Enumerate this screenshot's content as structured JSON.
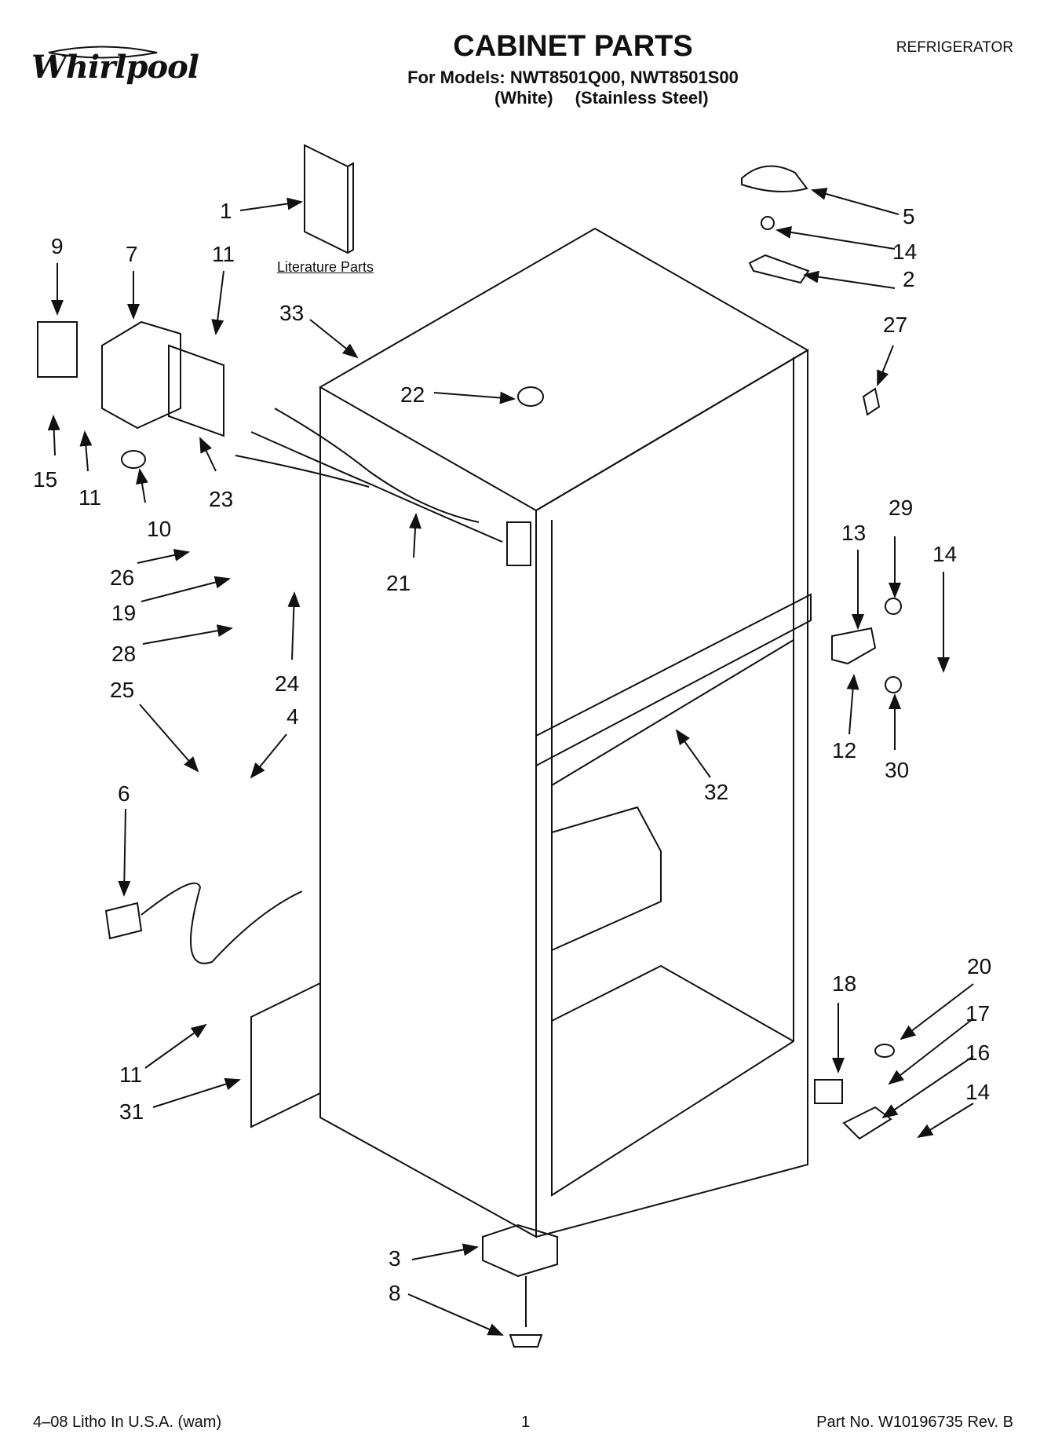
{
  "header": {
    "brand": "Whirlpool",
    "title": "CABINET PARTS",
    "models_line": "For Models: NWT8501Q00, NWT8501S00",
    "variants": [
      "(White)",
      "(Stainless Steel)"
    ],
    "appliance": "REFRIGERATOR"
  },
  "literature_label": "Literature Parts",
  "callouts": [
    {
      "id": "1",
      "label": "1"
    },
    {
      "id": "2",
      "label": "2"
    },
    {
      "id": "3",
      "label": "3"
    },
    {
      "id": "4",
      "label": "4"
    },
    {
      "id": "5",
      "label": "5"
    },
    {
      "id": "6",
      "label": "6"
    },
    {
      "id": "7",
      "label": "7"
    },
    {
      "id": "8",
      "label": "8"
    },
    {
      "id": "9",
      "label": "9"
    },
    {
      "id": "10",
      "label": "10"
    },
    {
      "id": "11a",
      "label": "11"
    },
    {
      "id": "11b",
      "label": "11"
    },
    {
      "id": "11c",
      "label": "11"
    },
    {
      "id": "12",
      "label": "12"
    },
    {
      "id": "13",
      "label": "13"
    },
    {
      "id": "14a",
      "label": "14"
    },
    {
      "id": "14b",
      "label": "14"
    },
    {
      "id": "14c",
      "label": "14"
    },
    {
      "id": "15",
      "label": "15"
    },
    {
      "id": "16",
      "label": "16"
    },
    {
      "id": "17",
      "label": "17"
    },
    {
      "id": "18",
      "label": "18"
    },
    {
      "id": "19",
      "label": "19"
    },
    {
      "id": "20",
      "label": "20"
    },
    {
      "id": "21",
      "label": "21"
    },
    {
      "id": "22",
      "label": "22"
    },
    {
      "id": "23",
      "label": "23"
    },
    {
      "id": "24",
      "label": "24"
    },
    {
      "id": "25",
      "label": "25"
    },
    {
      "id": "26",
      "label": "26"
    },
    {
      "id": "27",
      "label": "27"
    },
    {
      "id": "28",
      "label": "28"
    },
    {
      "id": "29",
      "label": "29"
    },
    {
      "id": "30",
      "label": "30"
    },
    {
      "id": "31",
      "label": "31"
    },
    {
      "id": "32",
      "label": "32"
    },
    {
      "id": "33",
      "label": "33"
    }
  ],
  "footer": {
    "left": "4–08 Litho In U.S.A. (wam)",
    "page": "1",
    "part_no": "Part No. W10196735 Rev. B"
  }
}
